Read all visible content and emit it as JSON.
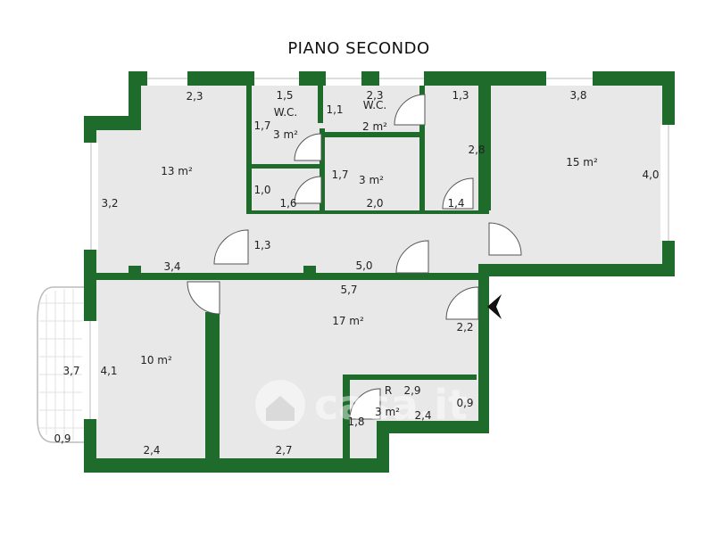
{
  "title": "PIANO SECONDO",
  "colors": {
    "wall": "#1f6b2b",
    "floor": "#e8e8e8",
    "background": "#ffffff",
    "door": "#555555"
  },
  "watermark": {
    "text": "casa.it",
    "icon": "house-icon"
  },
  "entrance": {
    "icon": "entrance-arrow-icon"
  },
  "rooms": [
    {
      "id": "bedroom-top-left",
      "area": "13 m²"
    },
    {
      "id": "wc-1",
      "name": "W.C.",
      "area": "3 m²"
    },
    {
      "id": "wc-2",
      "name": "W.C.",
      "area": "2 m²"
    },
    {
      "id": "small-room",
      "area": "3 m²"
    },
    {
      "id": "bedroom-top-right",
      "area": "15 m²"
    },
    {
      "id": "living",
      "area": "17 m²"
    },
    {
      "id": "bedroom-bottom-left",
      "area": "10 m²"
    },
    {
      "id": "storage",
      "name": "R",
      "area": "3 m²"
    }
  ],
  "dimensions": [
    "2,3",
    "1,5",
    "2,3",
    "1,3",
    "3,8",
    "1,7",
    "1,1",
    "3,2",
    "2,8",
    "4,0",
    "1,7",
    "1,0",
    "1,6",
    "2,0",
    "1,4",
    "1,3",
    "3,4",
    "5,0",
    "5,7",
    "2,2",
    "3,7",
    "4,1",
    "2,9",
    "0,9",
    "1,8",
    "2,4",
    "0,9",
    "2,4",
    "2,7"
  ]
}
